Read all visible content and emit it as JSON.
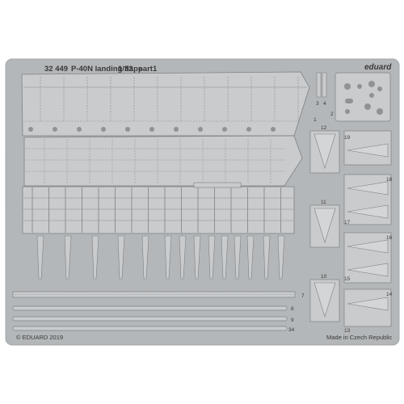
{
  "header": {
    "code": "32 449",
    "title": "P-40N landing flaps",
    "scale": "1/32",
    "part": "part1"
  },
  "brand": "eduard",
  "footer": {
    "copyright": "© EDUARD 2019",
    "origin": "Made in Czech Republic"
  },
  "part_numbers": {
    "p1": "1",
    "p2": "2",
    "p3": "3",
    "p4": "4",
    "p7": "7",
    "p8": "8",
    "p9": "9",
    "p34": "34",
    "p10": "10",
    "p11": "11",
    "p12": "12",
    "p13": "13",
    "p14": "14",
    "p15": "15",
    "p16": "16",
    "p17": "17",
    "p18": "18",
    "p19": "19"
  },
  "colors": {
    "sheet": "#b4b7b9",
    "etch": "#c9cbcd",
    "line": "#7e8284",
    "text": "#3a3a3a"
  }
}
